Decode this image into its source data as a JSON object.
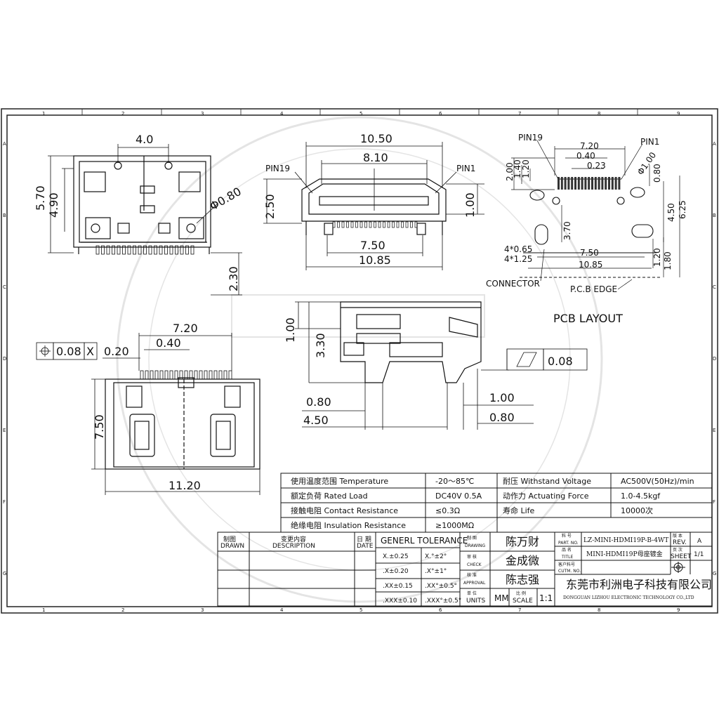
{
  "grid": {
    "columns": [
      "1",
      "2",
      "3",
      "4",
      "5",
      "6",
      "7",
      "8",
      "9"
    ],
    "rows": [
      "A",
      "B",
      "C",
      "D",
      "E",
      "F",
      "G"
    ]
  },
  "top_left_view": {
    "d1": "4.0",
    "d2": "5.70",
    "d3": "4.90",
    "d4": "Φ0.80",
    "d5": "2.30"
  },
  "front_view": {
    "d1": "10.50",
    "d2": "8.10",
    "d3": "2.50",
    "d4": "1.00",
    "d5": "7.50",
    "d6": "10.85",
    "pin_left": "PIN19",
    "pin_right": "PIN1"
  },
  "pcb_layout": {
    "pin_left": "PIN19",
    "pin_right": "PIN1",
    "d1": "7.20",
    "d2": "0.40",
    "d3": "0.23",
    "d4": "Φ1.00",
    "d5": "2.00",
    "d6": "1.40",
    "d7": "1.20",
    "d8": "0.80",
    "d9": "3.70",
    "d10": "4.50",
    "d11": "6.25",
    "d12": "4*0.65",
    "d13": "4*1.25",
    "d14": "7.50",
    "d15": "10.85",
    "d16": "1.20",
    "d17": "1.80",
    "connector": "CONNECTOR",
    "pcb_edge": "P.C.B EDGE",
    "title": "PCB LAYOUT"
  },
  "side_view": {
    "d1": "1.00",
    "d2": "3.30",
    "d3": "0.80",
    "d4": "4.50",
    "d5": "1.00",
    "d6": "0.80",
    "tol": "0.08"
  },
  "bottom_view": {
    "d1": "7.20",
    "d2": "0.40",
    "d3": "0.20",
    "d4": "7.50",
    "d5": "11.20",
    "tol": "0.08",
    "tol_x": "X"
  },
  "spec_table": [
    {
      "k1": "使用温度范围 Temperature",
      "v1": "-20～85℃",
      "k2": "耐压 Withstand Voltage",
      "v2": "AC500V(50Hz)/min"
    },
    {
      "k1": "额定负荷 Rated Load",
      "v1": "DC40V 0.5A",
      "k2": "动作力 Actuating Force",
      "v2": "1.0-4.5kgf"
    },
    {
      "k1": "接触电阻 Contact Resistance",
      "v1": "≤0.3Ω",
      "k2": "寿命 Life",
      "v2": "10000次"
    },
    {
      "k1": "绝缘电阻 Insulation Resistance",
      "v1": "≥1000MΩ",
      "k2": "",
      "v2": ""
    }
  ],
  "title_block": {
    "drawn_cn": "制图",
    "drawn": "DRAWN",
    "desc_cn": "变更内容",
    "desc": "DESCRIPTION",
    "date_cn": "日 期",
    "date": "DATE",
    "tol_title": "GENERL TOLERANCE",
    "tols": [
      [
        "X.±0.25",
        "X.°±2°"
      ],
      [
        ".X±0.20",
        ".X°±1°"
      ],
      [
        ".XX±0.15",
        ".XX°±0.5°"
      ],
      [
        ".XXX±0.10",
        ".XXX°±0.5°"
      ]
    ],
    "drawing_cn": "制 图",
    "drawing": "DRAWING",
    "check_cn": "审 核",
    "check": "CHECK",
    "approval_cn": "核 准",
    "approval": "APPROVAL",
    "units_cn": "单 位",
    "units": "UNITS",
    "units_val": "MM",
    "scale_cn": "比 例",
    "scale": "SCALE",
    "scale_val": "1:1",
    "drawer": "陈万财",
    "checker": "金成微",
    "approver": "陈志强",
    "part_cn": "料 号",
    "part": "PART. NO.",
    "part_val": "LZ-MINI-HDMI19P-B-4WT",
    "title_cn": "品 名",
    "title": "TITLE",
    "title_val": "MINI-HDMI19P母座镀金",
    "cust_cn": "客户料号",
    "cust": "CUTM. NO.",
    "rev_cn": "版 本",
    "rev": "REV.",
    "rev_val": "A",
    "sheet_cn": "页 次",
    "sheet": "SHEET",
    "sheet_val": "1/1",
    "company_cn": "东莞市利洲电子科技有限公司",
    "company_en": "DONGGUAN LIZHOU ELECTRONIC TECHNOLOGY CO.,LTD"
  }
}
